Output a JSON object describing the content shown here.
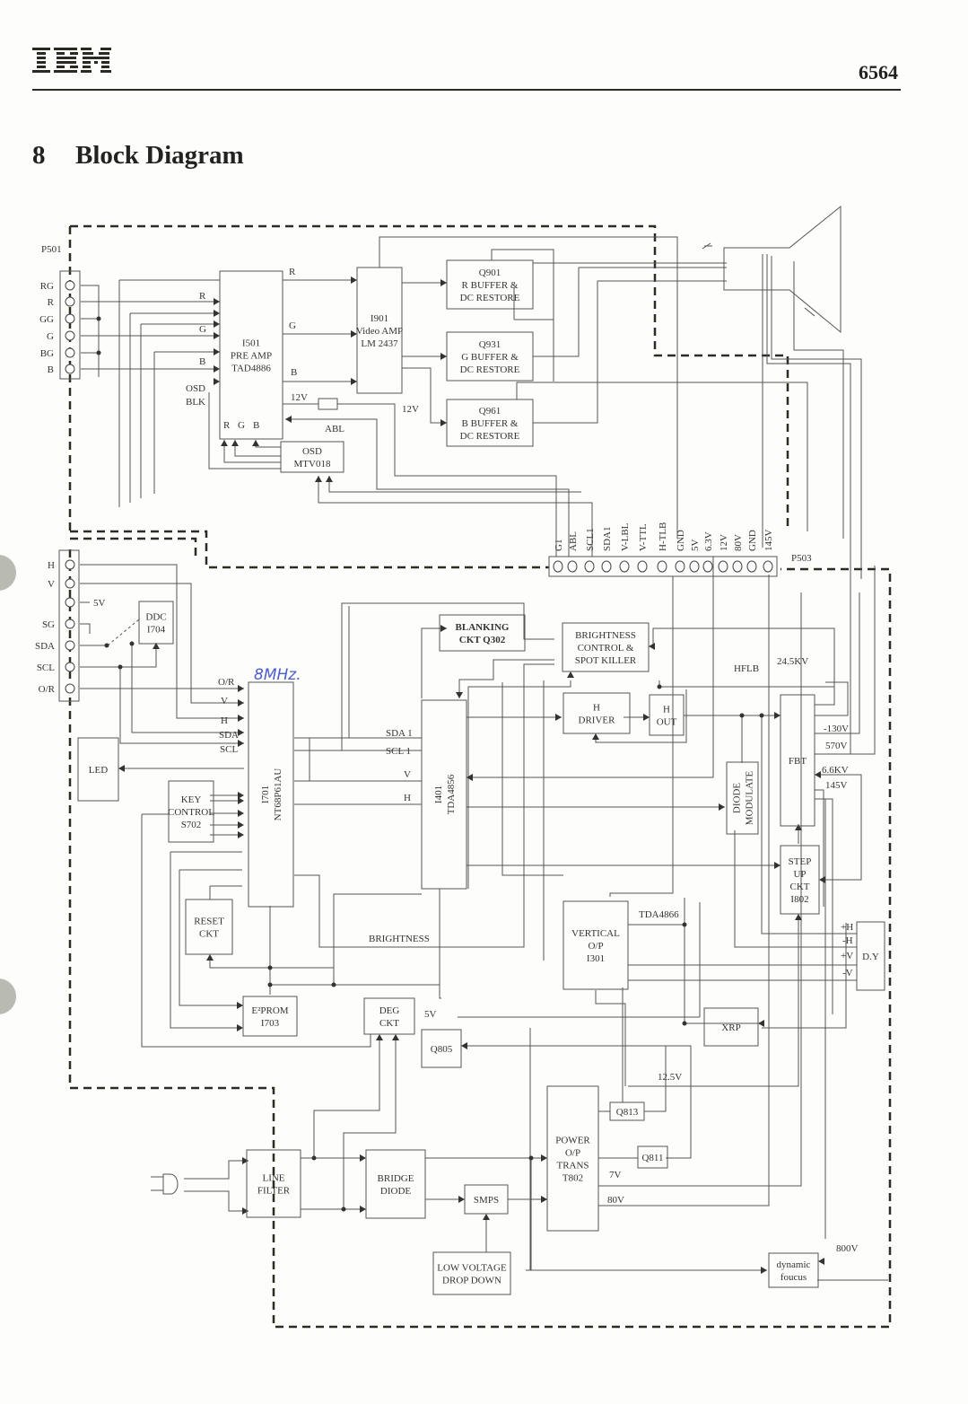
{
  "header": {
    "logo": "IBM",
    "model": "6564"
  },
  "section": {
    "number": "8",
    "title": "Block Diagram"
  },
  "connectors": {
    "p501": {
      "label": "P501",
      "pins": [
        "RG",
        "R",
        "GG",
        "G",
        "BG",
        "B"
      ]
    },
    "dsub": {
      "pins": [
        "H",
        "V",
        "5V",
        "SG",
        "SDA",
        "SCL",
        "O/R"
      ],
      "v5": "5V"
    },
    "p503": {
      "label": "P503",
      "pins": [
        "G1",
        "ABL",
        "SCL1",
        "SDA1",
        "V-LBL",
        "V-TTL",
        "H-TLB",
        "GND",
        "5V",
        "6.3V",
        "12V",
        "80V",
        "GND",
        "145V"
      ]
    }
  },
  "blocks": {
    "i501": [
      "I501",
      "PRE AMP",
      "TAD4886"
    ],
    "i901": [
      "I901",
      "Video AMP",
      "LM 2437"
    ],
    "q901": [
      "Q901",
      "R BUFFER &",
      "DC RESTORE"
    ],
    "q931": [
      "Q931",
      "G BUFFER &",
      "DC RESTORE"
    ],
    "q961": [
      "Q961",
      "B BUFFER &",
      "DC RESTORE"
    ],
    "osd": [
      "OSD",
      "MTV018"
    ],
    "ddc": [
      "DDC",
      "I704"
    ],
    "led": [
      "LED"
    ],
    "key": [
      "KEY",
      "CONTROL",
      "S702"
    ],
    "reset": [
      "RESET",
      "CKT"
    ],
    "i701": [
      "I701",
      "NT68P61AU"
    ],
    "eeprom": [
      "E²PROM",
      "I703"
    ],
    "deg": [
      "DEG",
      "CKT"
    ],
    "q805": [
      "Q805"
    ],
    "blanking": [
      "BLANKING",
      "CKT Q302"
    ],
    "brightness_ctl": [
      "BRIGHTNESS",
      "CONTROL &",
      "SPOT KILLER"
    ],
    "i401": [
      "I401",
      "TDA4856"
    ],
    "hdriver": [
      "H",
      "DRIVER"
    ],
    "hout": [
      "H",
      "OUT"
    ],
    "diode_mod": [
      "DIODE",
      "MODULATE"
    ],
    "fbt": [
      "FBT"
    ],
    "stepup": [
      "STEP",
      "UP",
      "CKT",
      "I802"
    ],
    "vertical": [
      "VERTICAL",
      "O/P",
      "I301"
    ],
    "dy": [
      "D.Y"
    ],
    "xrp": [
      "XRP"
    ],
    "q813": [
      "Q813"
    ],
    "q811": [
      "Q811"
    ],
    "power": [
      "POWER",
      "O/P",
      "TRANS",
      "T802"
    ],
    "line_filter": [
      "LINE",
      "FILTER"
    ],
    "bridge": [
      "BRIDGE",
      "DIODE"
    ],
    "smps": [
      "SMPS"
    ],
    "lvdd": [
      "LOW VOLTAGE",
      "DROP DOWN"
    ],
    "dynfocus": [
      "dynamic",
      "foucus"
    ]
  },
  "signals": {
    "pre_in_r": "R",
    "pre_in_g": "G",
    "pre_in_b": "B",
    "osd_blk": [
      "OSD",
      "BLK"
    ],
    "pre_out_r": "R",
    "pre_out_g": "G",
    "pre_out_b": "B",
    "pre_rgb_in": [
      "R",
      "G",
      "B"
    ],
    "v12a": "12V",
    "v12b": "12V",
    "abl": "ABL",
    "mcu_or": "O/R",
    "mcu_v": "V",
    "mcu_h": "H",
    "mcu_sda": "SDA",
    "mcu_scl": "SCL",
    "sda1": "SDA 1",
    "scl1": "SCL 1",
    "dv": "V",
    "dh": "H",
    "brightness": "BRIGHTNESS",
    "hflb": "HFLB",
    "kv245": "24.5KV",
    "fbt_m130": "-130V",
    "fbt_570": "570V",
    "fbt_66kv": "6.6KV",
    "fbt_145": "145V",
    "tda4866": "TDA4866",
    "dy_ph": "+H",
    "dy_mh": "-H",
    "dy_pv": "+V",
    "dy_mv": "-V",
    "v5q805": "5V",
    "v125": "12.5V",
    "v7": "7V",
    "v80": "80V",
    "v800": "800V"
  },
  "annotation": {
    "handwritten": "8MHz."
  }
}
